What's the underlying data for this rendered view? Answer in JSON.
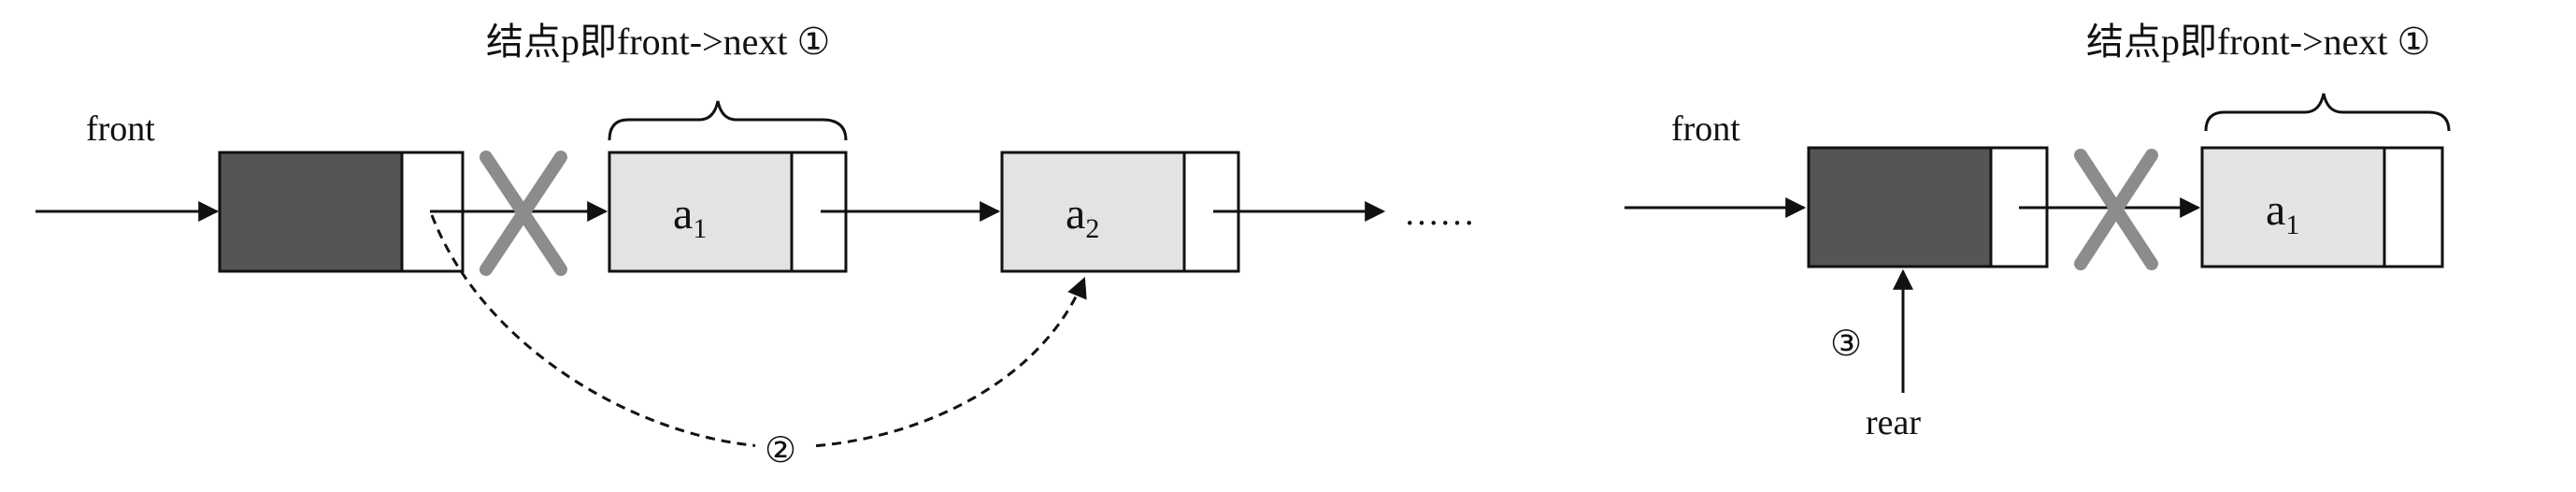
{
  "left": {
    "annotation": "结点p即front->next ①",
    "front_label": "front",
    "node1_name": "a",
    "node1_sub": "1",
    "node2_name": "a",
    "node2_sub": "2",
    "ellipsis": "……",
    "step2_marker": "②"
  },
  "right": {
    "annotation": "结点p即front->next ①",
    "front_label": "front",
    "node1_name": "a",
    "node1_sub": "1",
    "rear_label": "rear",
    "step3_marker": "③"
  },
  "colors": {
    "head_fill": "#555555",
    "node_fill": "#e3e3e3",
    "cross": "#8c8c8c",
    "stroke": "#111111"
  }
}
